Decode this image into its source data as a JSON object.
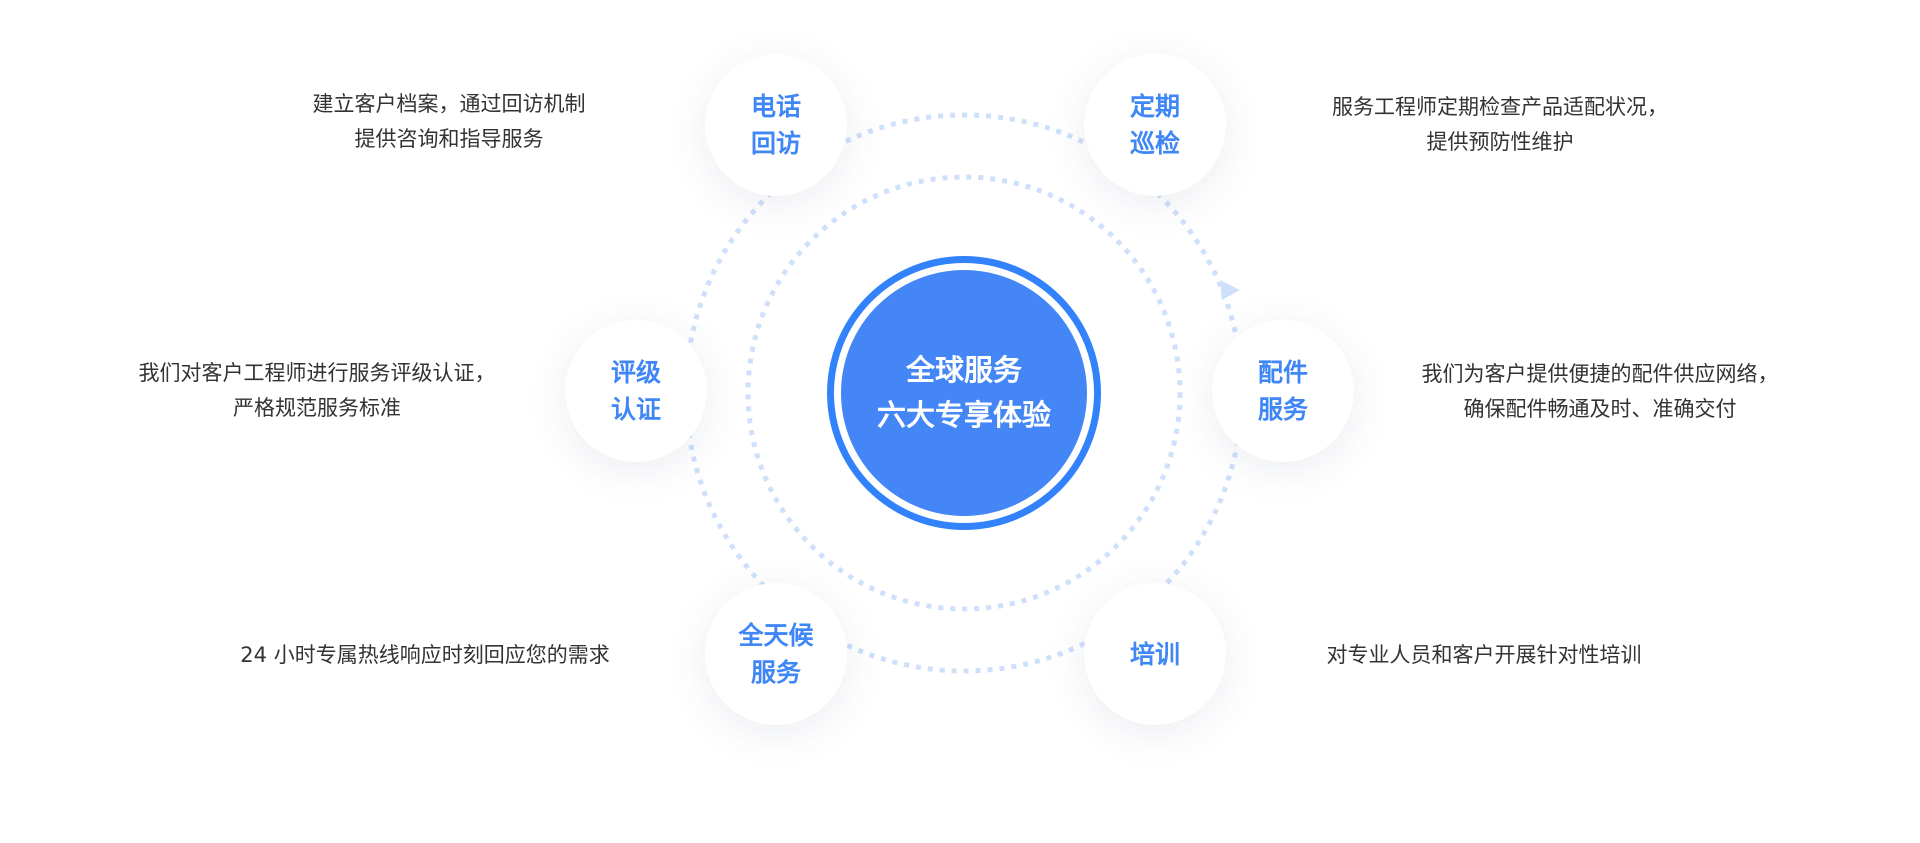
{
  "center": {
    "line1": "全球服务",
    "line2": "六大专享体验"
  },
  "colors": {
    "accent": "#3f86f6",
    "ring": "#3283fb",
    "dash": "#cfe0fb",
    "text": "#333333"
  },
  "nodes": [
    {
      "line1": "电话",
      "line2": "回访",
      "desc1": "建立客户档案，通过回访机制",
      "desc2": "提供咨询和指导服务"
    },
    {
      "line1": "定期",
      "line2": "巡检",
      "desc1": "服务工程师定期检查产品适配状况，",
      "desc2": "提供预防性维护"
    },
    {
      "line1": "评级",
      "line2": "认证",
      "desc1": "我们对客户工程师进行服务评级认证，",
      "desc2": "严格规范服务标准"
    },
    {
      "line1": "配件",
      "line2": "服务",
      "desc1": "我们为客户提供便捷的配件供应网络，",
      "desc2": "确保配件畅通及时、准确交付"
    },
    {
      "line1": "全天候",
      "line2": "服务",
      "desc1": "24 小时专属热线响应时刻回应您的需求"
    },
    {
      "line1": "培训",
      "desc1": "对专业人员和客户开展针对性培训"
    }
  ]
}
